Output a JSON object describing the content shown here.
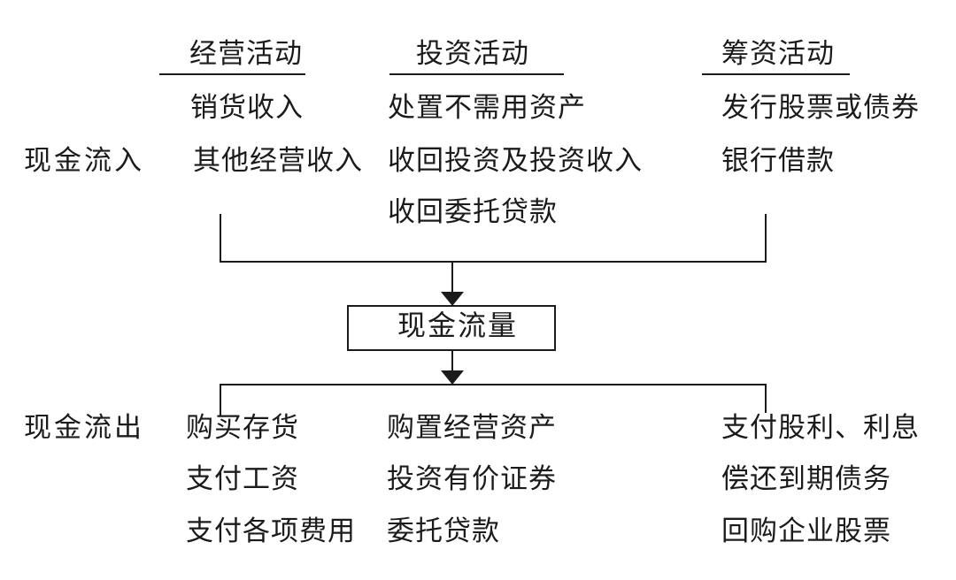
{
  "diagram": {
    "type": "cash-flow-diagram",
    "colors": {
      "ink": "#1b1b1b",
      "background": "#ffffff"
    },
    "row_labels": {
      "inflow": "现金流入",
      "outflow": "现金流出"
    },
    "center_box": {
      "label": "现金流量"
    },
    "columns": [
      {
        "header": "经营活动",
        "inflow_items": [
          "销货收入",
          "其他经营收入"
        ],
        "outflow_items": [
          "购买存货",
          "支付工资",
          "支付各项费用"
        ]
      },
      {
        "header": "投资活动",
        "inflow_items": [
          "处置不需用资产",
          "收回投资及投资收入",
          "收回委托贷款"
        ],
        "outflow_items": [
          "购置经营资产",
          "投资有价证券",
          "委托贷款"
        ]
      },
      {
        "header": "筹资活动",
        "inflow_items": [
          "发行股票或债券",
          "银行借款"
        ],
        "outflow_items": [
          "支付股利、利息",
          "偿还到期债务",
          "回购企业股票"
        ]
      }
    ]
  }
}
